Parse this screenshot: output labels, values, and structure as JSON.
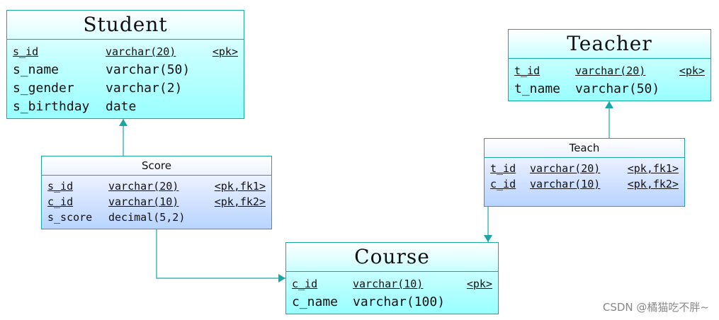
{
  "entities": {
    "student": {
      "name": "Student",
      "attributes": [
        {
          "name": "s_id",
          "type": "varchar(20)",
          "key": "<pk>"
        },
        {
          "name": "s_name",
          "type": "varchar(50)",
          "key": ""
        },
        {
          "name": "s_gender",
          "type": "varchar(2)",
          "key": ""
        },
        {
          "name": "s_birthday",
          "type": "date",
          "key": ""
        }
      ]
    },
    "score": {
      "name": "Score",
      "attributes": [
        {
          "name": "s_id",
          "type": "varchar(20)",
          "key": "<pk,fk1>"
        },
        {
          "name": "c_id",
          "type": "varchar(10)",
          "key": "<pk,fk2>"
        },
        {
          "name": "s_score",
          "type": "decimal(5,2)",
          "key": ""
        }
      ]
    },
    "course": {
      "name": "Course",
      "attributes": [
        {
          "name": "c_id",
          "type": "varchar(10)",
          "key": "<pk>"
        },
        {
          "name": "c_name",
          "type": "varchar(100)",
          "key": ""
        }
      ]
    },
    "teacher": {
      "name": "Teacher",
      "attributes": [
        {
          "name": "t_id",
          "type": "varchar(20)",
          "key": "<pk>"
        },
        {
          "name": "t_name",
          "type": "varchar(50)",
          "key": ""
        }
      ]
    },
    "teach": {
      "name": "Teach",
      "attributes": [
        {
          "name": "t_id",
          "type": "varchar(20)",
          "key": "<pk,fk1>"
        },
        {
          "name": "c_id",
          "type": "varchar(10)",
          "key": "<pk,fk2>"
        }
      ]
    }
  },
  "watermark": "CSDN @橘猫吃不胖~",
  "colors": {
    "border": "#19a6a6",
    "line": "#19a6a6"
  }
}
